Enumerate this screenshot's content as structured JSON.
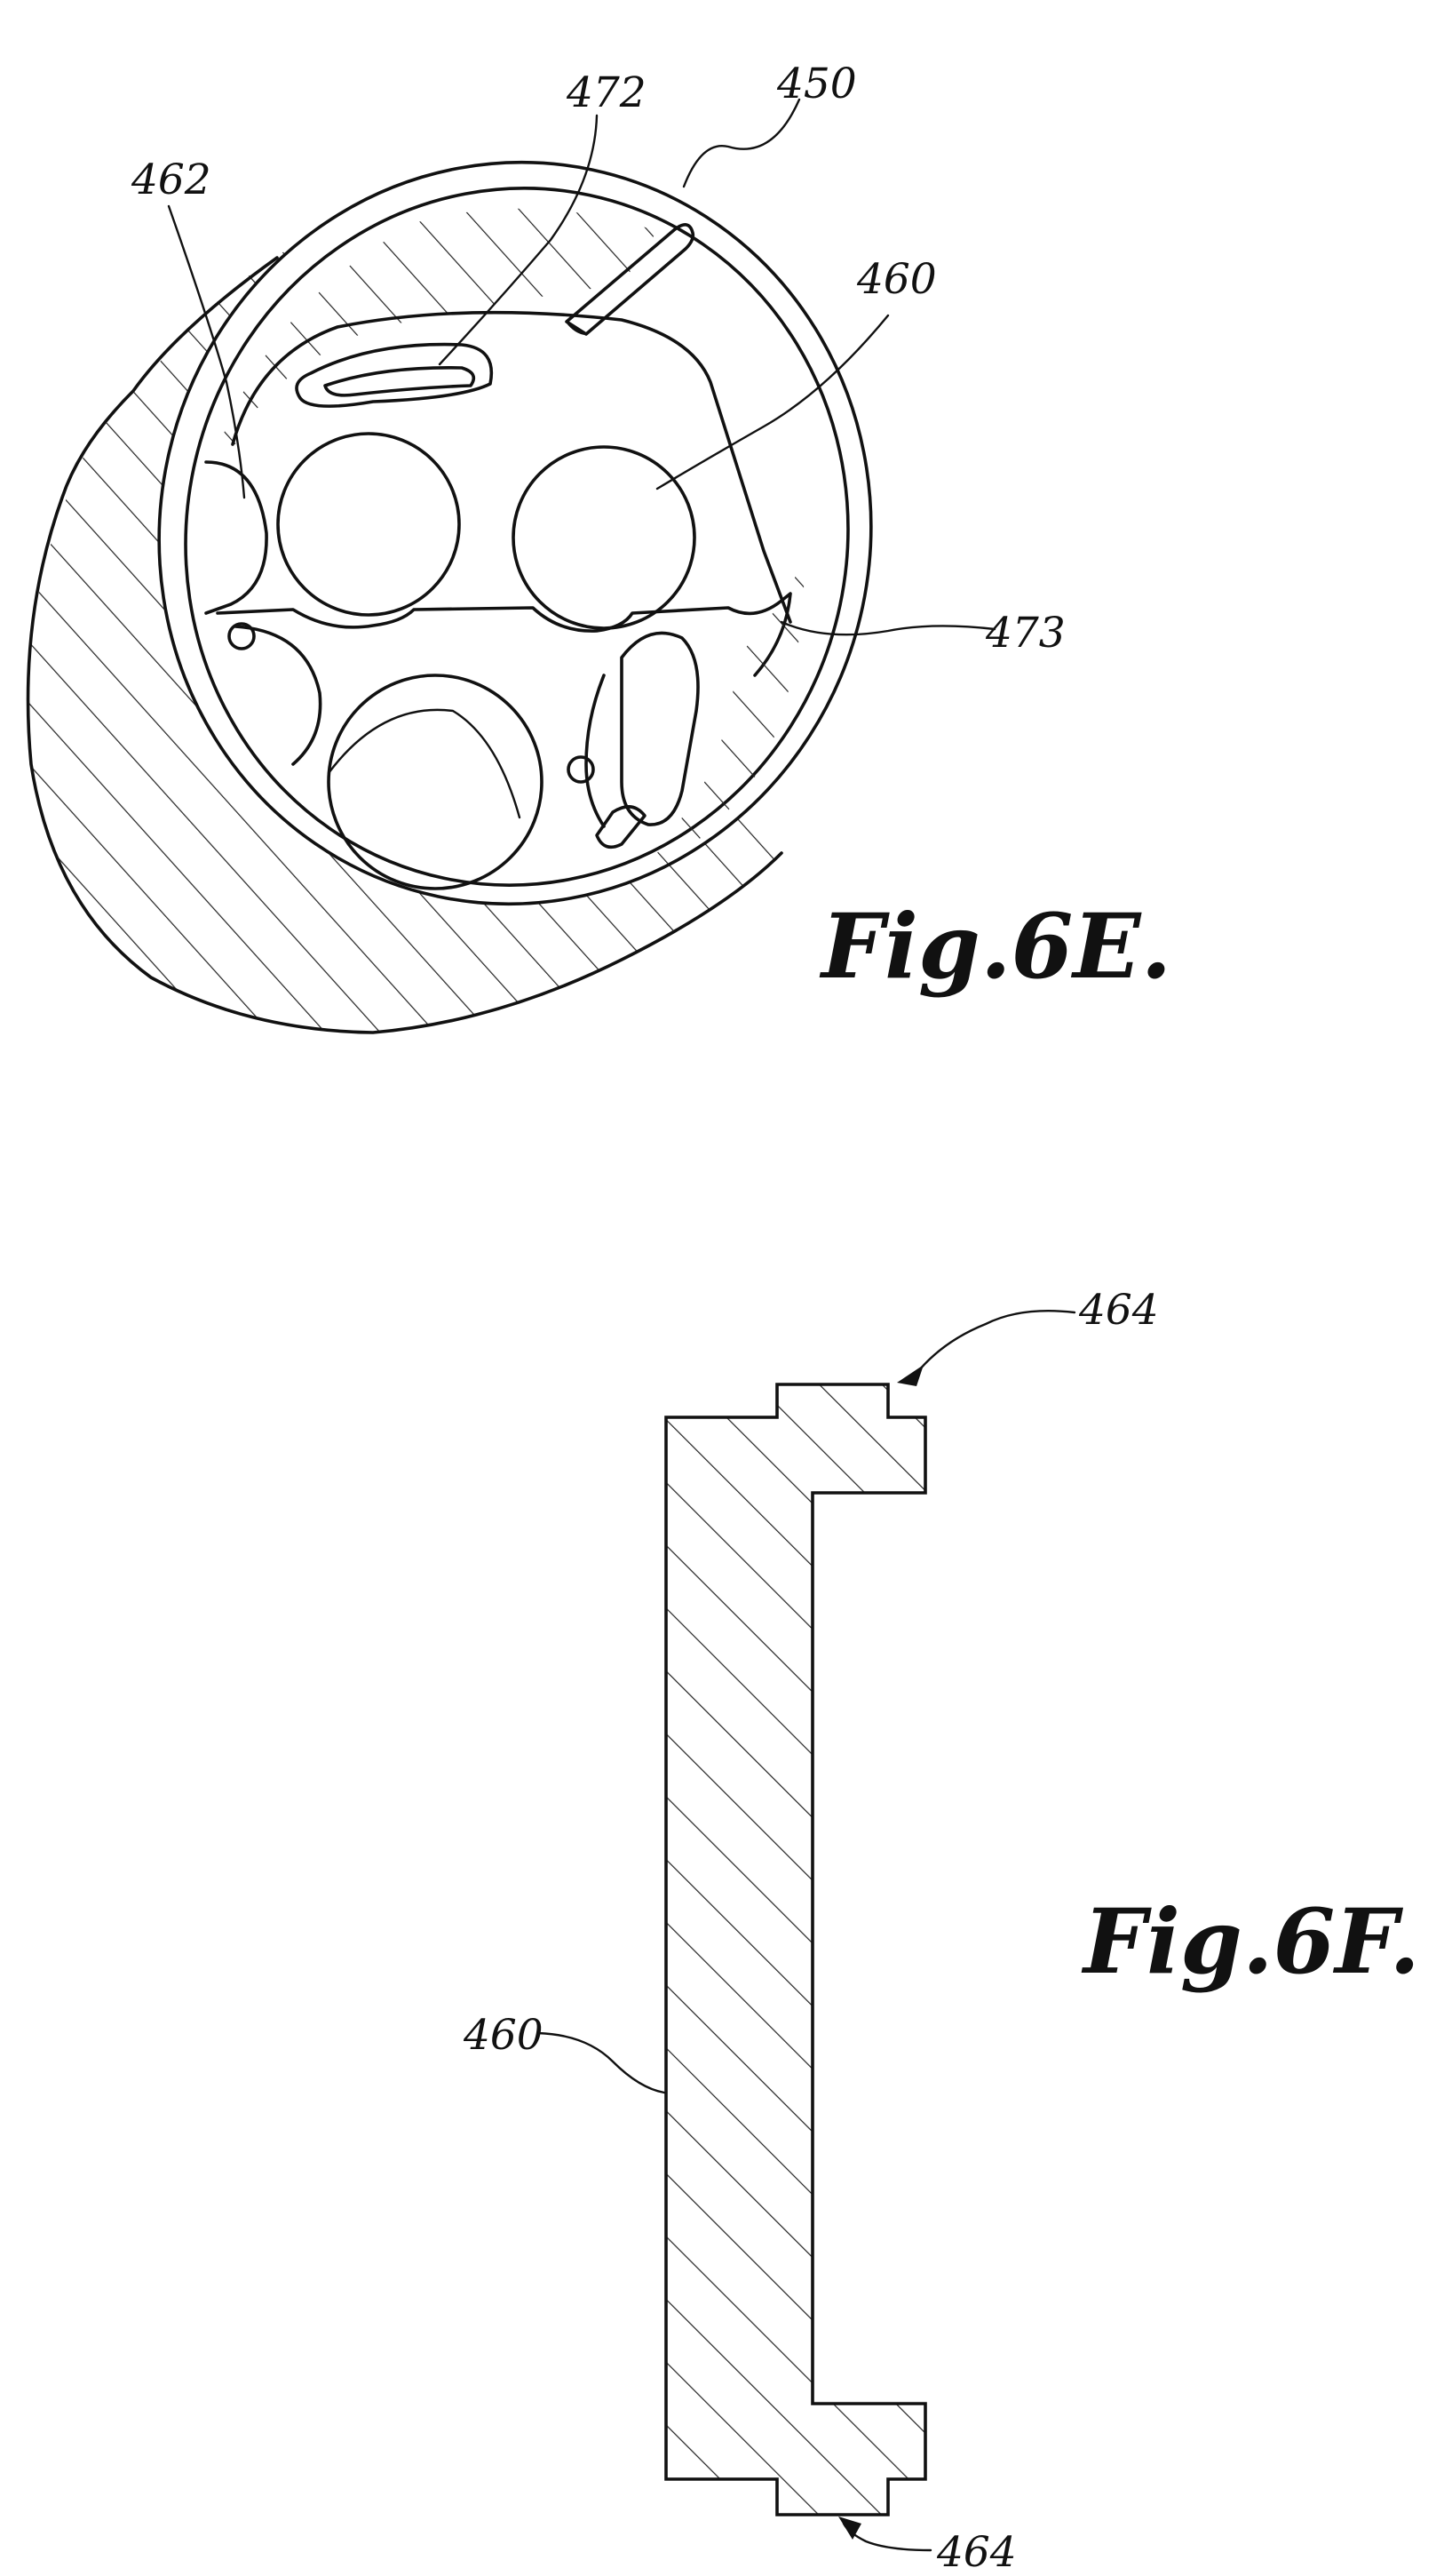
{
  "figures": [
    {
      "caption": "Fig.6E.",
      "labels": {
        "l462": "462",
        "l472": "472",
        "l450": "450",
        "l460": "460",
        "l473": "473"
      }
    },
    {
      "caption": "Fig.6F.",
      "labels": {
        "l464_top": "464",
        "l460": "460",
        "l464_bottom": "464"
      }
    }
  ]
}
